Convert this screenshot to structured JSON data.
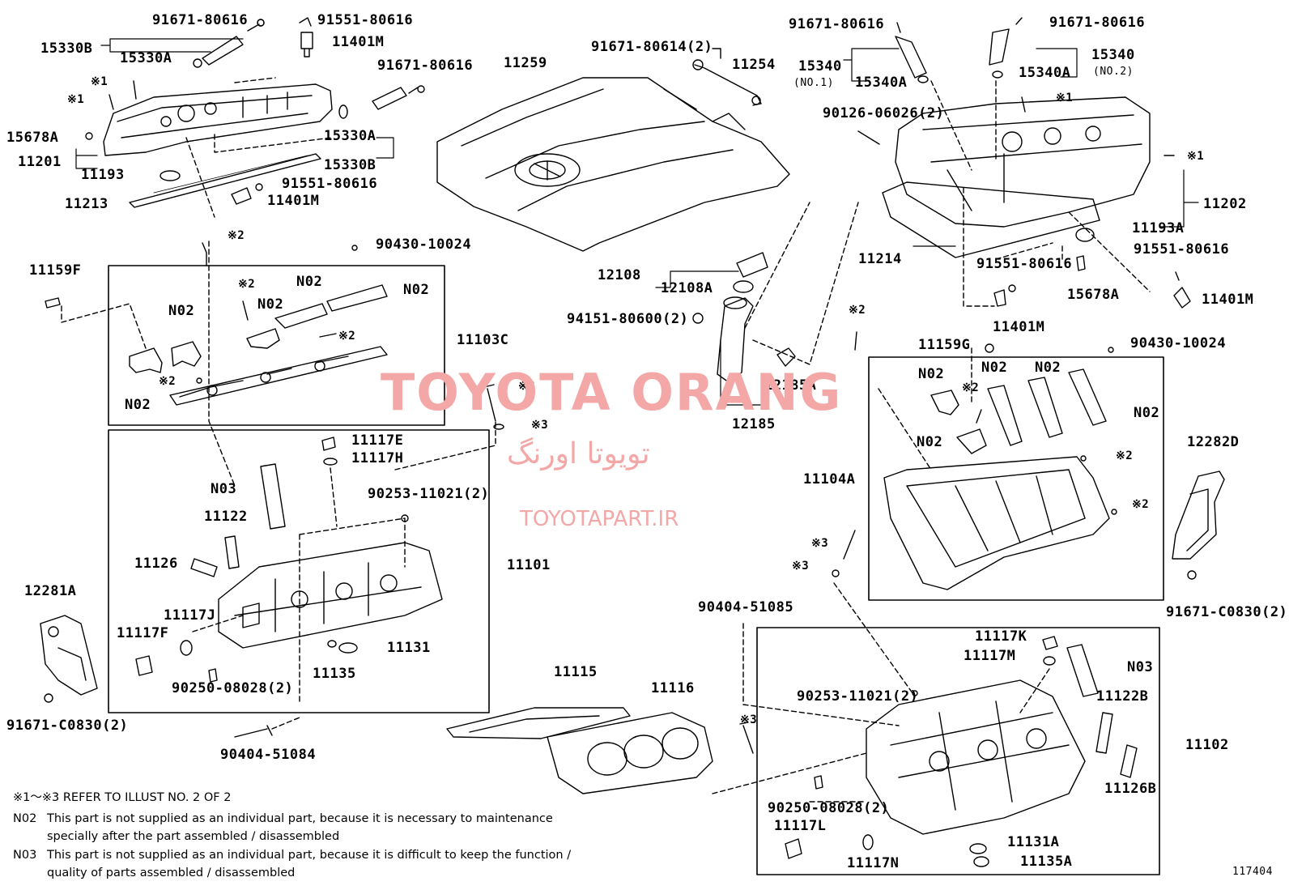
{
  "labels": {
    "p91671_80616_a": "91671-80616",
    "p91551_80616_a": "91551-80616",
    "p11401M_a": "11401M",
    "p15330B_a": "15330B",
    "p15330A_a": "15330A",
    "p91671_80616_b": "91671-80616",
    "s1_a": "※1",
    "s1_b": "※1",
    "p15678A_a": "15678A",
    "p15330A_b": "15330A",
    "p11201": "11201",
    "p11193": "11193",
    "p15330B_b": "15330B",
    "p91551_80616_b": "91551-80616",
    "p11213": "11213",
    "p11401M_b": "11401M",
    "s2_a": "※2",
    "p90430_10024_a": "90430-10024",
    "p11159F": "11159F",
    "s2_b": "※2",
    "N02_a": "N02",
    "N02_b": "N02",
    "N02_c": "N02",
    "N02_d": "N02",
    "p11103C": "11103C",
    "s2_c": "※2",
    "s2_d": "※2",
    "N02_e": "N02",
    "p11259": "11259",
    "p91671_80614": "91671-80614(2)",
    "p11254": "11254",
    "p12108": "12108",
    "p12108A": "12108A",
    "p94151_80600": "94151-80600(2)",
    "s3_a": "※3",
    "s3_b": "※3",
    "p12185A": "12185A",
    "p12185": "12185",
    "p91671_80616_c": "91671-80616",
    "p91671_80616_d": "91671-80616",
    "p15340_a": "15340",
    "no1": "(NO.1)",
    "p15340A_a": "15340A",
    "p15340_b": "15340",
    "no2": "(NO.2)",
    "p15340A_b": "15340A",
    "p90126": "90126-06026(2)",
    "s1_c": "※1",
    "s1_d": "※1",
    "p11202": "11202",
    "p11193A": "11193A",
    "p11214": "11214",
    "p91551_80616_c": "91551-80616",
    "p91551_80616_d": "91551-80616",
    "p15678A_b": "15678A",
    "p11401M_c": "11401M",
    "p11401M_d": "11401M",
    "s2_e": "※2",
    "p11159G": "11159G",
    "p90430_10024_b": "90430-10024",
    "N02_f": "N02",
    "s2_f": "※2",
    "N02_g": "N02",
    "N02_h": "N02",
    "N02_i": "N02",
    "N02_j": "N02",
    "p11104A": "11104A",
    "s2_g": "※2",
    "s2_h": "※2",
    "p12282D": "12282D",
    "s3_c": "※3",
    "s3_d": "※3",
    "p91671_C0830_a": "91671-C0830(2)",
    "p11117E": "11117E",
    "p11117H": "11117H",
    "N03_a": "N03",
    "p90253_a": "90253-11021(2)",
    "p11122": "11122",
    "p11126": "11126",
    "p11101": "11101",
    "p12281A": "12281A",
    "p11117J": "11117J",
    "p11117F": "11117F",
    "p11131": "11131",
    "p90250_a": "90250-08028(2)",
    "p11135": "11135",
    "p91671_C0830_b": "91671-C0830(2)",
    "p90404_51084": "90404-51084",
    "p11115": "11115",
    "p11116": "11116",
    "p90404_51085": "90404-51085",
    "p11117K": "11117K",
    "p11117M": "11117M",
    "N03_b": "N03",
    "p90253_b": "90253-11021(2)",
    "p11122B": "11122B",
    "s3_e": "※3",
    "p11102": "11102",
    "p11126B": "11126B",
    "p90250_b": "90250-08028(2)",
    "p11117L": "11117L",
    "p11131A": "11131A",
    "p11117N": "11117N",
    "p11135A": "11135A",
    "illus_no": "117404"
  },
  "notes": {
    "refer": "※1～※3  REFER TO ILLUST NO. 2 OF 2",
    "n02_code": "N02",
    "n02_l1": "This part is not supplied as an individual part, because it is necessary to maintenance",
    "n02_l2": "specially after the part assembled / disassembled",
    "n03_code": "N03",
    "n03_l1": "This part is not supplied as an individual part, because it is difficult to keep the function /",
    "n03_l2": "quality of parts  assembled / disassembled"
  },
  "watermark": {
    "en": "TOYOTA ORANG",
    "fa": "تویوتا اورنگ",
    "url": "TOYOTAPART.IR",
    "color": "#f4a7a7"
  }
}
